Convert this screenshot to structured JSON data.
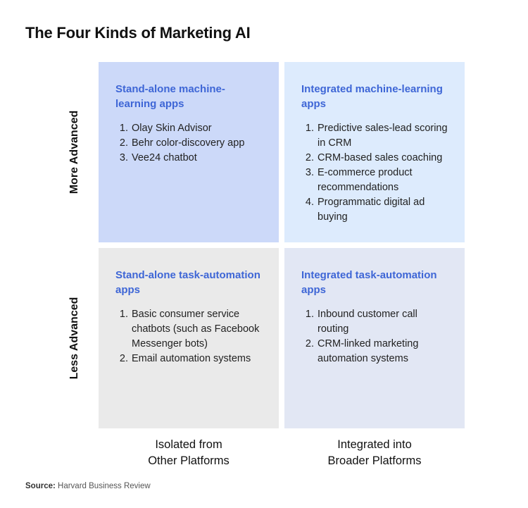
{
  "title": "The Four Kinds of Marketing AI",
  "y_axis": {
    "top": "More Advanced",
    "bottom": "Less Advanced"
  },
  "x_axis": {
    "left": [
      "Isolated from",
      "Other Platforms"
    ],
    "right": [
      "Integrated into",
      "Broader Platforms"
    ]
  },
  "colors": {
    "top_left": "#ccd9f9",
    "top_right": "#ddebfd",
    "bottom_left": "#eaeaea",
    "bottom_right": "#e2e7f4",
    "heading": "#3e66d6"
  },
  "quadrants": {
    "top_left": {
      "title": "Stand-alone machine-learning apps",
      "items": [
        "Olay Skin Advisor",
        "Behr color-discovery app",
        "Vee24 chatbot"
      ]
    },
    "top_right": {
      "title": "Integrated machine-learning apps",
      "items": [
        "Predictive sales-lead scoring in CRM",
        "CRM-based sales coaching",
        "E-commerce product recommendations",
        "Programmatic digital ad buying"
      ]
    },
    "bottom_left": {
      "title": "Stand-alone task-automation apps",
      "items": [
        "Basic consumer service chatbots (such as Facebook Messenger bots)",
        "Email automation systems"
      ]
    },
    "bottom_right": {
      "title": "Integrated task-automation apps",
      "items": [
        "Inbound customer call routing",
        "CRM-linked marketing automation systems"
      ]
    }
  },
  "source": {
    "label": "Source:",
    "text": "Harvard Business Review"
  }
}
